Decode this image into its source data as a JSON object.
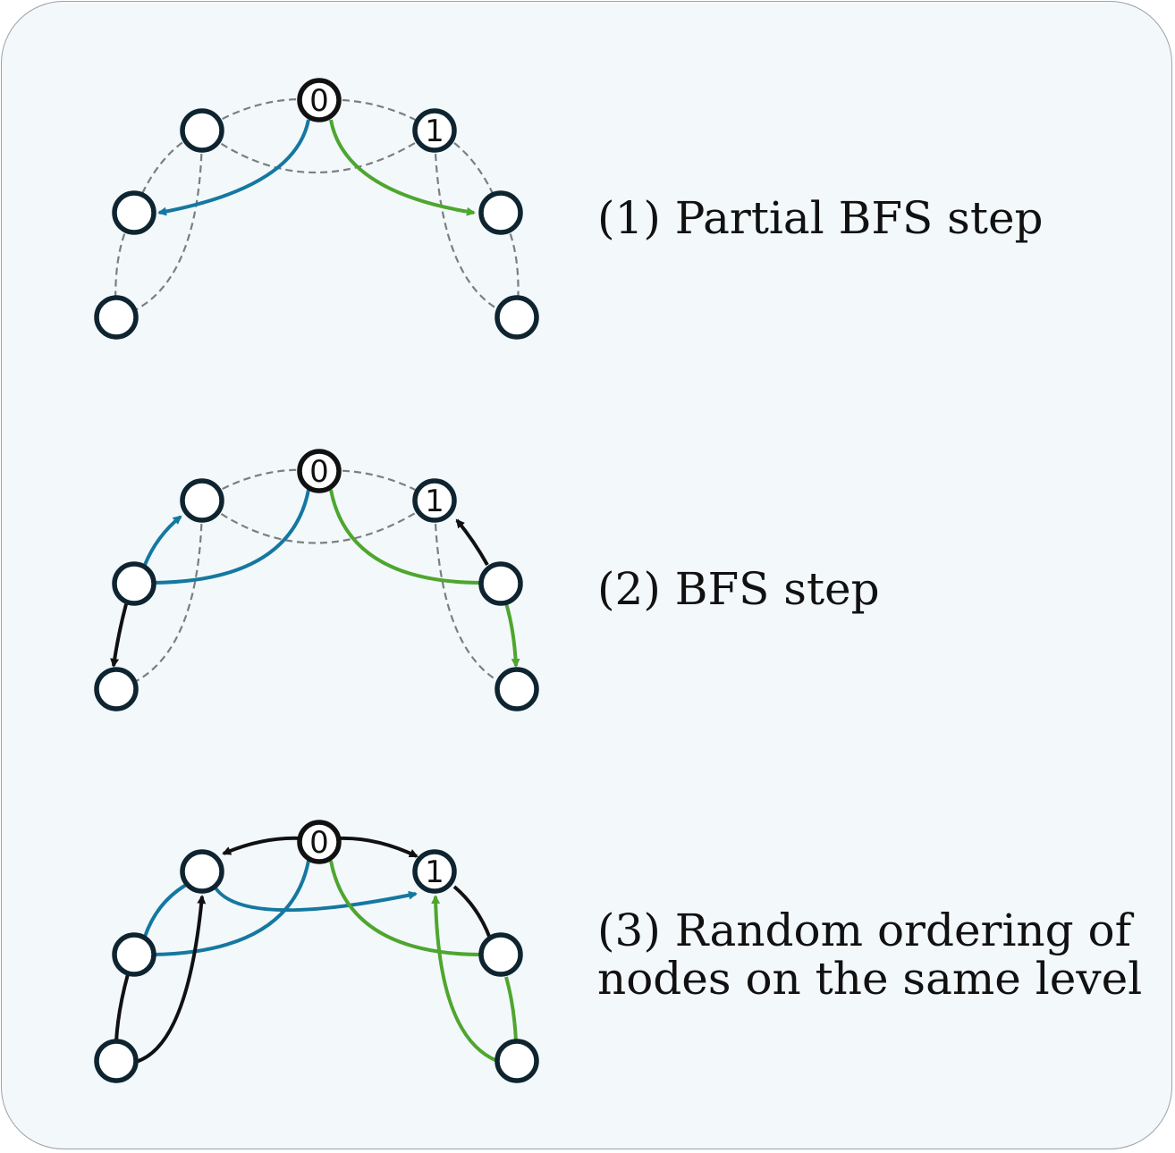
{
  "diagram": {
    "panels": [
      {
        "caption_lines": [
          "(1) Partial BFS step"
        ],
        "node_labels": {
          "root": "0",
          "right_top": "1"
        }
      },
      {
        "caption_lines": [
          "(2) BFS step"
        ],
        "node_labels": {
          "root": "0",
          "right_top": "1"
        }
      },
      {
        "caption_lines": [
          "(3) Random ordering of",
          "nodes on the same level"
        ],
        "node_labels": {
          "root": "0",
          "right_top": "1"
        }
      }
    ],
    "colors": {
      "dashed_edge": "#7b7f82",
      "blue_edge": "#1478a0",
      "green_edge": "#4ea62e",
      "black_edge": "#111111",
      "node_stroke": "#0e2430",
      "panel_background": "#f3f8fb"
    }
  }
}
